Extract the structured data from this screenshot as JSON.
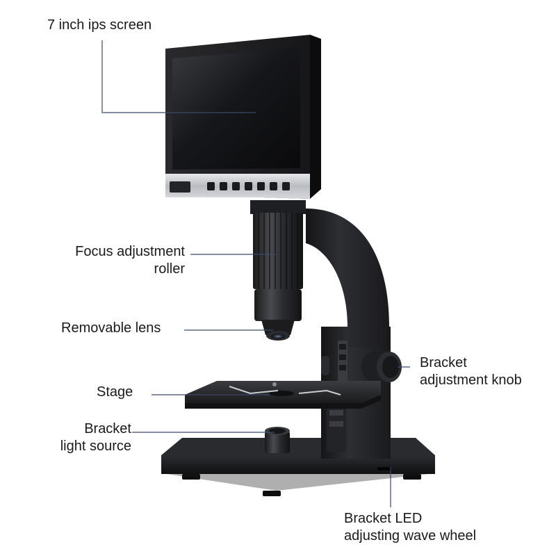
{
  "callouts": {
    "screen": {
      "lines": [
        "7 inch ips screen"
      ]
    },
    "focus_roller": {
      "lines": [
        "Focus adjustment",
        "roller"
      ]
    },
    "lens": {
      "lines": [
        "Removable lens"
      ]
    },
    "stage": {
      "lines": [
        "Stage"
      ]
    },
    "light_source": {
      "lines": [
        "Bracket",
        "light source"
      ]
    },
    "bracket_knob": {
      "lines": [
        "Bracket",
        "adjustment knob"
      ]
    },
    "led_wheel": {
      "lines": [
        "Bracket LED",
        "adjusting wave wheel"
      ]
    }
  },
  "colors": {
    "leader_line": "#3a4a6a",
    "body": "#1c1c1e",
    "screen": "#101012",
    "bezel_silver": "#c9ccd1"
  }
}
